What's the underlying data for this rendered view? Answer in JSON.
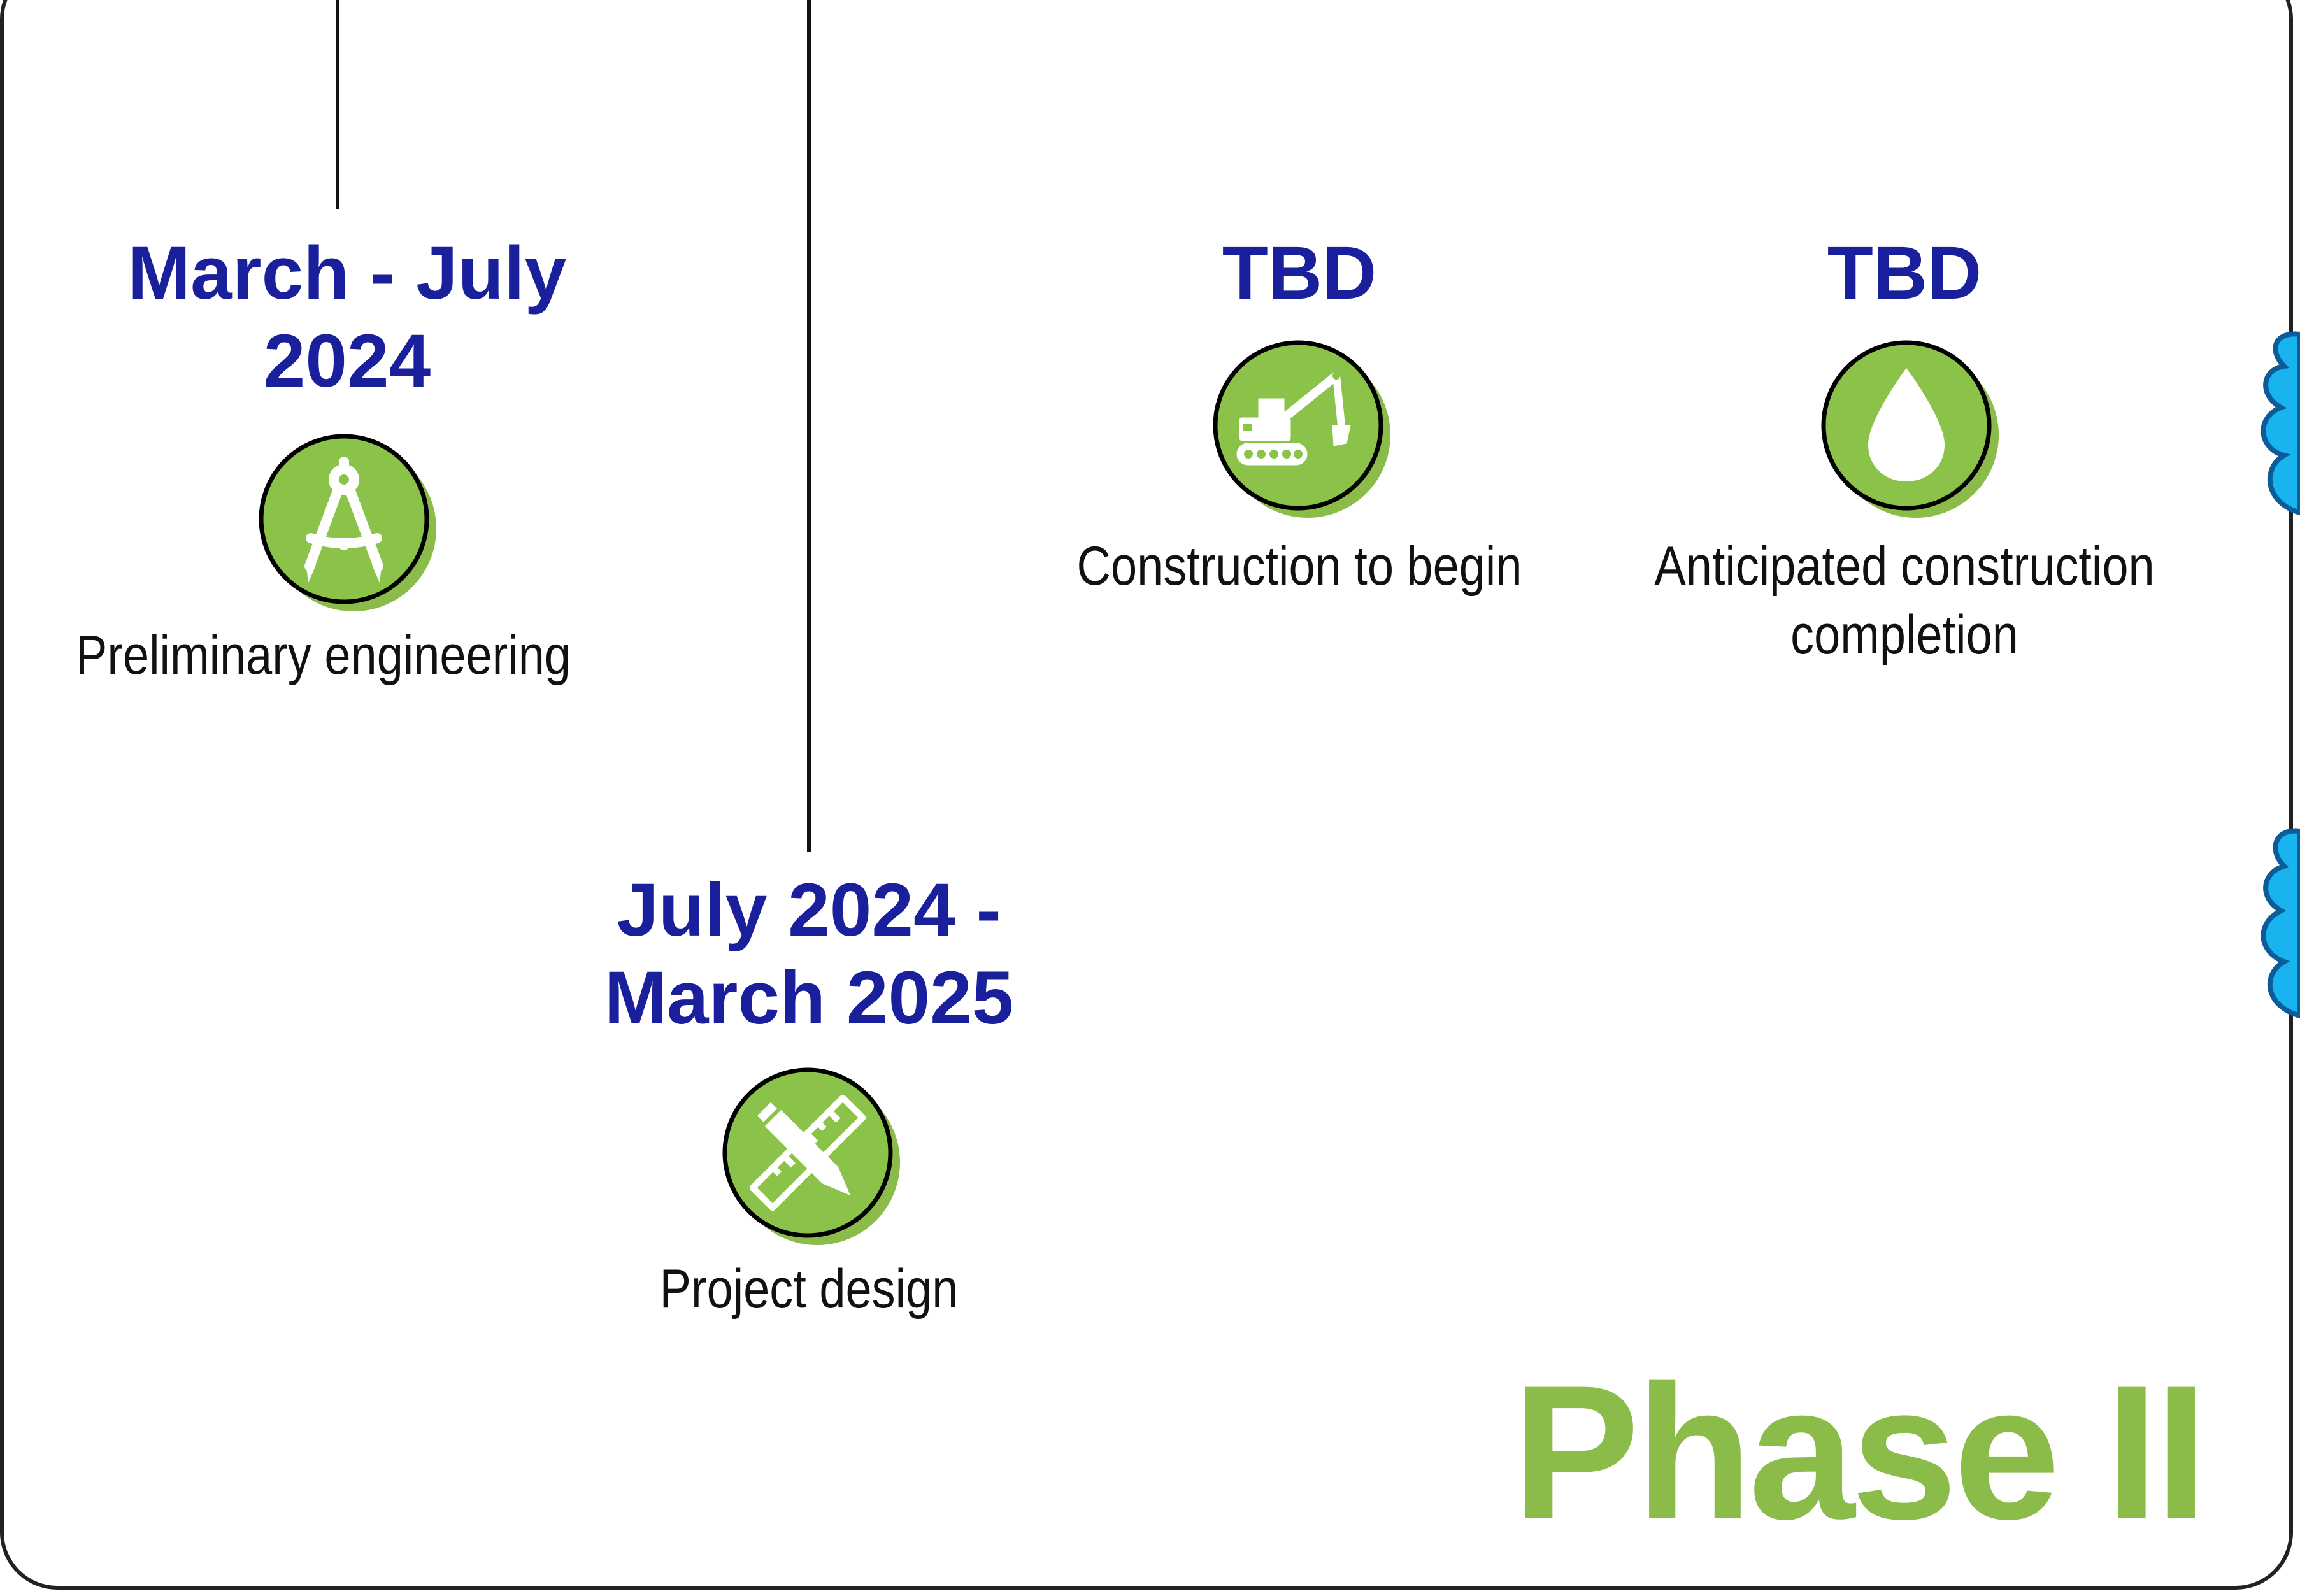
{
  "colors": {
    "date_text": "#1a1f9c",
    "icon_fill": "#8bc34a",
    "icon_shadow": "#8bbc4a",
    "phase_text": "#8bbc4a",
    "accent_blue": "#18b4f0"
  },
  "milestones": [
    {
      "date": "March - July\n2024",
      "label": "Preliminary engineering",
      "icon": "compass-icon"
    },
    {
      "date": "July 2024 -\nMarch 2025",
      "label": "Project design",
      "icon": "ruler-pencil-icon"
    },
    {
      "date": "TBD",
      "label": "Construction to begin",
      "icon": "excavator-icon"
    },
    {
      "date": "TBD",
      "label": "Anticipated construction\ncompletion",
      "icon": "water-drop-icon"
    }
  ],
  "phase": {
    "title": "Phase II"
  }
}
